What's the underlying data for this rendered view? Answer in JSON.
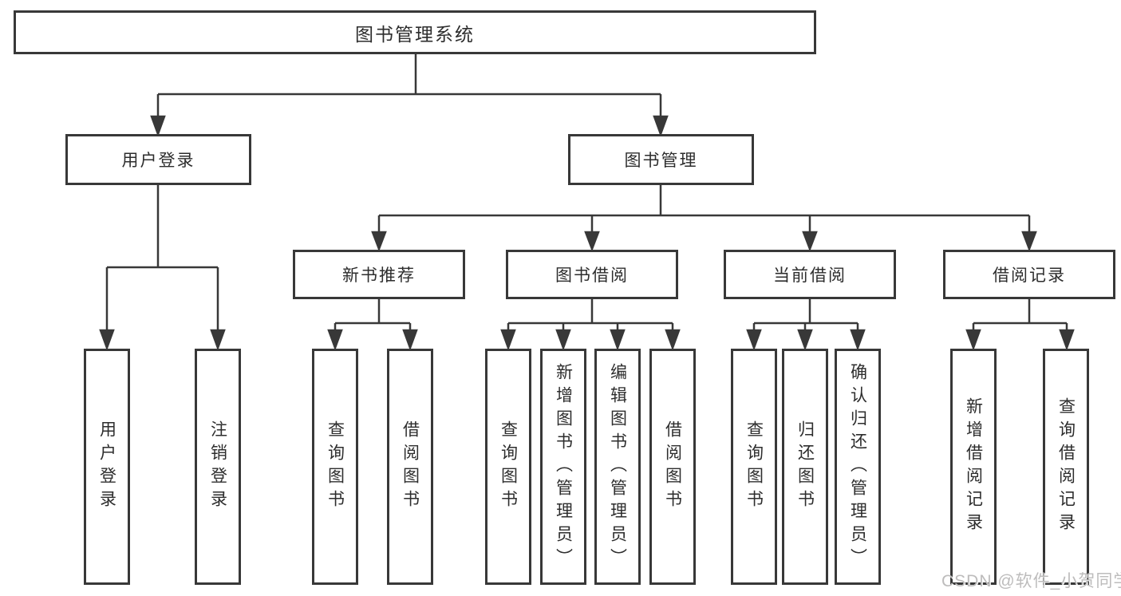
{
  "tree": {
    "root": {
      "label": "图书管理系统"
    },
    "children": [
      {
        "label": "用户登录",
        "children": [
          {
            "label": "用户登录"
          },
          {
            "label": "注销登录"
          }
        ]
      },
      {
        "label": "图书管理",
        "children": [
          {
            "label": "新书推荐",
            "children": [
              {
                "label": "查询图书"
              },
              {
                "label": "借阅图书"
              }
            ]
          },
          {
            "label": "图书借阅",
            "children": [
              {
                "label": "查询图书"
              },
              {
                "label": "新增图书（管理员）"
              },
              {
                "label": "编辑图书（管理员）"
              },
              {
                "label": "借阅图书"
              }
            ]
          },
          {
            "label": "当前借阅",
            "children": [
              {
                "label": "查询图书"
              },
              {
                "label": "归还图书"
              },
              {
                "label": "确认归还（管理员）"
              }
            ]
          },
          {
            "label": "借阅记录",
            "children": [
              {
                "label": "新增借阅记录"
              },
              {
                "label": "查询借阅记录"
              }
            ]
          }
        ]
      }
    ]
  },
  "watermark": {
    "text": "CSDN @软件_小贺同学"
  },
  "colors": {
    "line": "#383838",
    "text": "#2d2d2d",
    "watermark": "#bdbcbc",
    "background": "#ffffff"
  }
}
